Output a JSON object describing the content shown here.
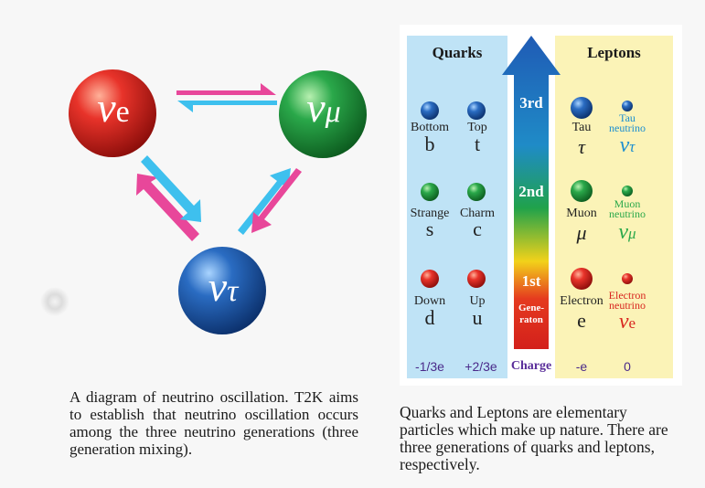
{
  "oscillation": {
    "nu_e": {
      "base": "ν",
      "sub": "e"
    },
    "nu_mu": {
      "base": "ν",
      "sub": "μ"
    },
    "nu_tau": {
      "base": "ν",
      "sub": "τ"
    }
  },
  "caption_left": "A diagram of neutrino oscillation. T2K aims to establish that neutrino oscillation occurs among the three neutrino generations (three generation mixing).",
  "caption_right": "Quarks and Leptons are elementary particles which make up nature. There are three generations of quarks and leptons, respectively.",
  "table": {
    "quarks_header": "Quarks",
    "leptons_header": "Leptons",
    "generations": {
      "third": "3rd",
      "second": "2nd",
      "first": "1st",
      "first_sub_1": "Gene-",
      "first_sub_2": "raton"
    },
    "quarks": [
      {
        "name": "Bottom",
        "symbol": "b"
      },
      {
        "name": "Top",
        "symbol": "t"
      },
      {
        "name": "Strange",
        "symbol": "s"
      },
      {
        "name": "Charm",
        "symbol": "c"
      },
      {
        "name": "Down",
        "symbol": "d"
      },
      {
        "name": "Up",
        "symbol": "u"
      }
    ],
    "leptons": [
      {
        "name": "Tau",
        "symbol": "τ"
      },
      {
        "name_1": "Tau",
        "name_2": "neutrino",
        "symbol_base": "ν",
        "symbol_sub": "τ"
      },
      {
        "name": "Muon",
        "symbol": "μ"
      },
      {
        "name_1": "Muon",
        "name_2": "neutrino",
        "symbol_base": "ν",
        "symbol_sub": "μ"
      },
      {
        "name": "Electron",
        "symbol": "e"
      },
      {
        "name_1": "Electron",
        "name_2": "neutrino",
        "symbol_base": "ν",
        "symbol_sub": "e"
      }
    ],
    "charges": {
      "down_type": "-1/3e",
      "up_type": "+2/3e",
      "label": "Charge",
      "charged_lepton": "-e",
      "neutrino": "0"
    }
  },
  "colors": {
    "quark_panel": "#bfe3f6",
    "lepton_panel": "#fbf3b7",
    "magenta_arrow": "#e8479a",
    "cyan_arrow": "#3ec0ee",
    "nu_e_sphere": "#d8261f",
    "nu_mu_sphere": "#1f9a3a",
    "nu_tau_sphere": "#1d5aa8"
  }
}
